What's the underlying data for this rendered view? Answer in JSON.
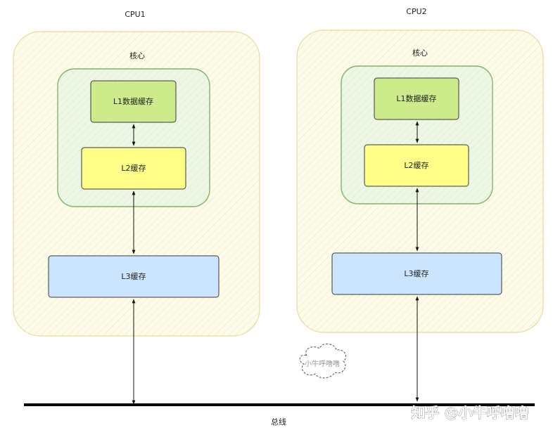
{
  "cpu1": {
    "title": "CPU1",
    "core_label": "核心",
    "l1_label": "L1数据缓存",
    "l2_label": "L2缓存",
    "l3_label": "L3缓存"
  },
  "cpu2": {
    "title": "CPU2",
    "core_label": "核心",
    "l1_label": "L1数据缓存",
    "l2_label": "L2缓存",
    "l3_label": "L3缓存"
  },
  "bus_label": "总线",
  "cloud_text": "小牛呼噜噜",
  "watermark": "知乎 @小牛呼噜噜",
  "colors": {
    "cpu_fill": "#fdfbea",
    "cpu_stroke": "#e8d99a",
    "core_fill": "#eef7e6",
    "core_stroke": "#82b366",
    "l1_fill": "#cdeb8b",
    "l2_fill": "#ffff88",
    "l3_fill": "#cce5ff",
    "box_stroke": "#36393d"
  }
}
